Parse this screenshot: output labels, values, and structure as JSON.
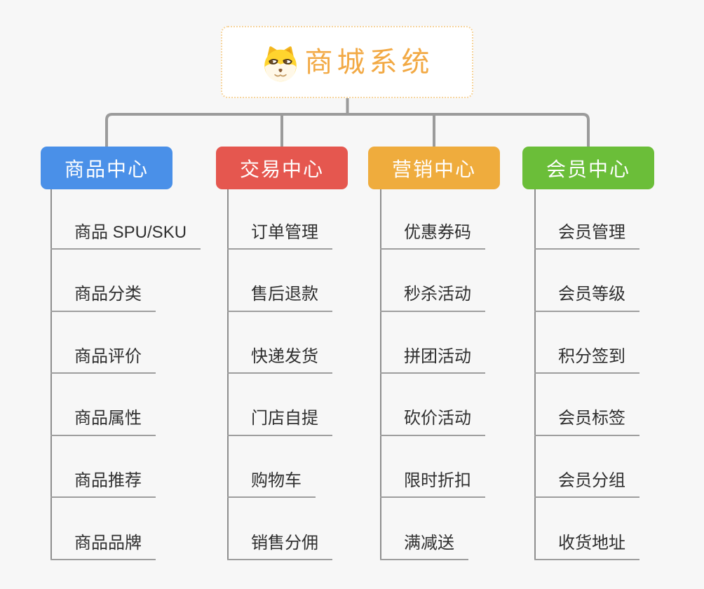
{
  "page": {
    "background_color": "#f7f7f7",
    "connector_color": "#9b9b9b",
    "spine_color": "#8e8e8e",
    "underline_color": "#9e9e9e",
    "item_text_color": "#2f2f2f"
  },
  "root": {
    "title": "商城系统",
    "icon": "doge-icon",
    "text_color": "#f2a944",
    "border_color": "#f6d49c",
    "background": "#ffffff"
  },
  "branches": [
    {
      "label": "商品中心",
      "color": "#4a90e8",
      "items": [
        "商品 SPU/SKU",
        "商品分类",
        "商品评价",
        "商品属性",
        "商品推荐",
        "商品品牌"
      ]
    },
    {
      "label": "交易中心",
      "color": "#e5574f",
      "items": [
        "订单管理",
        "售后退款",
        "快递发货",
        "门店自提",
        "购物车",
        "销售分佣"
      ]
    },
    {
      "label": "营销中心",
      "color": "#efac3d",
      "items": [
        "优惠券码",
        "秒杀活动",
        "拼团活动",
        "砍价活动",
        "限时折扣",
        "满减送"
      ]
    },
    {
      "label": "会员中心",
      "color": "#6bbe39",
      "items": [
        "会员管理",
        "会员等级",
        "积分签到",
        "会员标签",
        "会员分组",
        "收货地址"
      ]
    }
  ]
}
